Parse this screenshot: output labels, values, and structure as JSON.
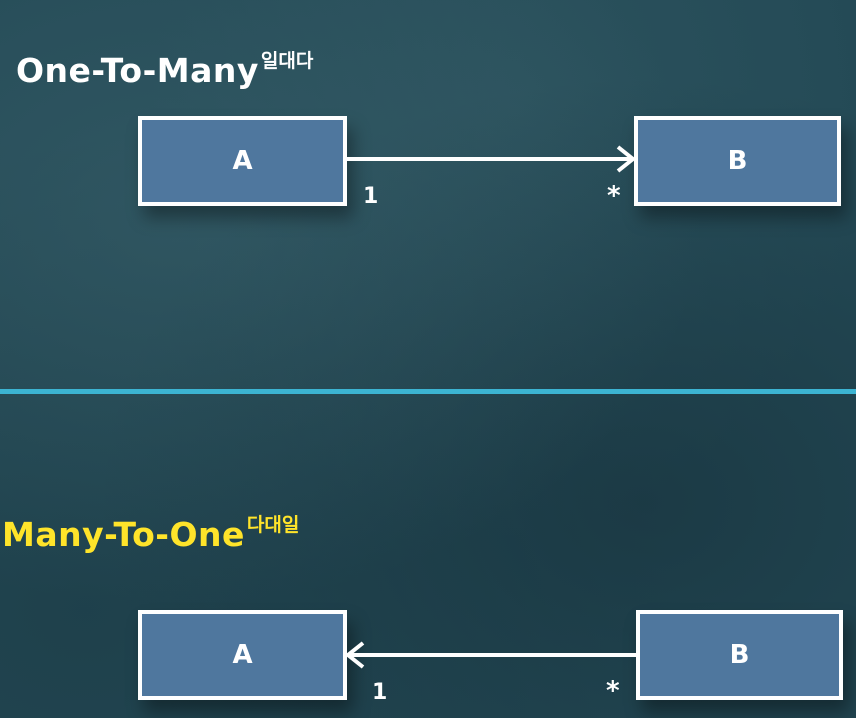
{
  "one_to_many": {
    "title": "One-To-Many",
    "title_ko": "일대다",
    "box_a": "A",
    "box_b": "B",
    "mult_a": "1",
    "mult_b": "*"
  },
  "many_to_one": {
    "title": "Many-To-One",
    "title_ko": "다대일",
    "box_a": "A",
    "box_b": "B",
    "mult_a": "1",
    "mult_b": "*"
  },
  "colors": {
    "box_fill": "#4f779e",
    "divider": "#3cb4d2",
    "title_top": "#ffffff",
    "title_bottom": "#ffe42a"
  }
}
